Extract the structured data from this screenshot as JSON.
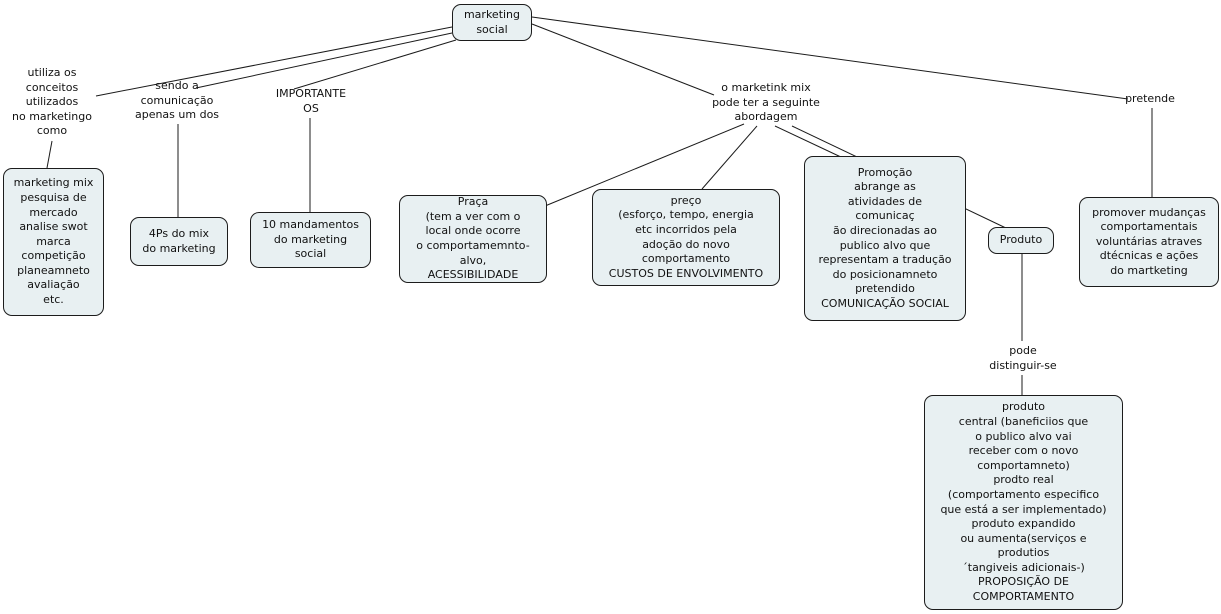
{
  "colors": {
    "node_fill": "#e8f0f2",
    "node_border": "#1c1c1c",
    "edge": "#1b1b1b",
    "background": "#ffffff"
  },
  "nodes": {
    "marketing_social": {
      "text": "marketing\nsocial"
    },
    "marketing_mix": {
      "text": "marketing mix\npesquisa de\nmercado\nanalise swot\nmarca\ncompetição\nplaneamneto\navaliação\netc."
    },
    "four_ps": {
      "text": "4Ps do mix\ndo marketing"
    },
    "dez_mandamentos": {
      "text": "10 mandamentos\ndo marketing\nsocial"
    },
    "praca": {
      "text": "Praça\n(tem a ver com o\nlocal onde ocorre\no comportamemnto-alvo,\nACESSIBILIDADE"
    },
    "preco": {
      "text": "preço\n(esforço, tempo, energia\netc incorridos pela\nadoção do novo\ncomportamento\nCUSTOS DE ENVOLVIMENTO"
    },
    "promocao": {
      "text": "Promoção\nabrange as\natividades de\ncomunicaç\não direcionadas ao\npublico alvo que\nrepresentam a tradução\ndo posicionamneto\npretendido\nCOMUNICAÇÃO SOCIAL"
    },
    "produto": {
      "text": "Produto"
    },
    "promover": {
      "text": "promover mudanças\ncomportamentais\nvoluntárias atraves\ndtécnicas e ações\ndo martketing"
    },
    "produto_central": {
      "text": "produto\ncentral (baneficiios que\no publico alvo vai\nreceber com o novo\ncomportamneto)\nprodto real\n(comportamento especifico\nque está a ser implementado)\nproduto expandido\nou aumenta(serviços e\nprodutios\n´tangiveis adicionais-)\nPROPOSIÇÃO DE\nCOMPORTAMENTO"
    }
  },
  "labels": {
    "utiliza": {
      "text": "utiliza os\nconceitos\nutilizados\nno marketingo\ncomo"
    },
    "sendo": {
      "text": "sendo a\ncomunicação\napenas um dos"
    },
    "importante": {
      "text": "IMPORTANTE\nOS"
    },
    "marketink": {
      "text": "o marketink mix\npode ter a seguinte\nabordagem"
    },
    "pretende": {
      "text": "pretende"
    },
    "pode": {
      "text": "pode\ndistinguir-se"
    }
  }
}
